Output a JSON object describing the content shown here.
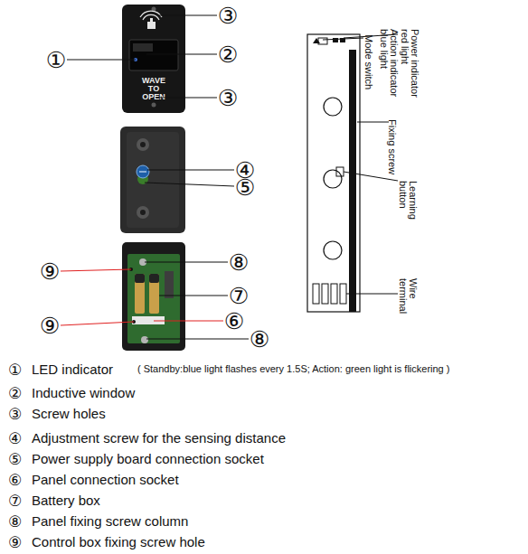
{
  "diagram": {
    "nodes": [
      {
        "text": [
          "WAVE TO OPEN"
        ]
      }
    ],
    "labels": [
      "③",
      "②",
      "①",
      "③",
      "④",
      "⑤",
      "⑧",
      "⑨",
      "⑦",
      "⑥",
      "⑨",
      "⑧",
      "Power indicator red light",
      "Action indicator blue light",
      "Mode switch",
      "Fixing screw",
      "Learning button",
      "Wire terminal",
      "①",
      "LED indicator",
      "( Standby:blue light flashes every 1.5S; Action: green light is flickering )",
      "②",
      "Inductive window",
      "③",
      "Screw holes",
      "④",
      "Adjustment screw for the sensing distance",
      "⑤",
      "Power supply board connection socket",
      "⑥",
      "Panel connection socket",
      "⑦",
      "Battery box",
      "⑧",
      "Panel fixing screw column",
      "⑨",
      "Control box fixing screw hole"
    ]
  }
}
